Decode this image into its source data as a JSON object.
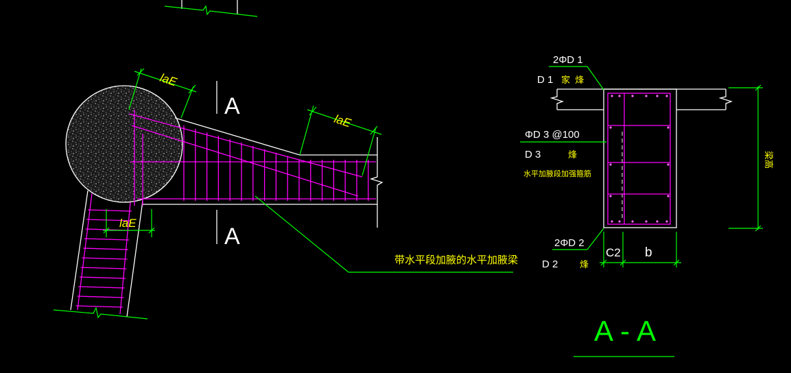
{
  "colors": {
    "background": "#000000",
    "dimension_lines": "#00ff00",
    "rebar": "#ff00ff",
    "outlines": "#ffffff",
    "notes": "#ffff00"
  },
  "elevation": {
    "laE_top": "laE",
    "laE_right": "laE",
    "laE_bottom": "laE",
    "section_mark_top": "A",
    "section_mark_bottom": "A",
    "callout": "带水平段加腋的水平加腋梁"
  },
  "section": {
    "top_bar_label": "2ΦD 1",
    "top_bar_desc_code": "D 1",
    "top_bar_desc_text": "家  烽",
    "stirrup_label": "ΦD 3 @100",
    "stirrup_desc_code": "D 3",
    "stirrup_desc_text": "烽",
    "stirrup_note": "水平加腋段加强箍筋",
    "bottom_bar_label": "2ΦD 2",
    "bottom_bar_desc_code": "D 2",
    "bottom_bar_desc_text": "烽",
    "dim_c2": "C2",
    "dim_b": "b",
    "dim_height": "梁高",
    "title": "A-A"
  }
}
